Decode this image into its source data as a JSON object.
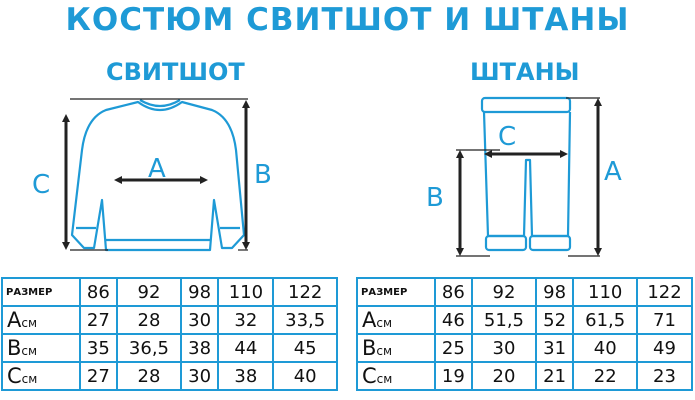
{
  "title": "КОСТЮМ СВИТШОТ И ШТАНЫ",
  "sweatshirt": {
    "heading": "СВИТШОТ",
    "dim_labels": {
      "a": "A",
      "b": "B",
      "c": "C"
    },
    "table": {
      "header_label": "РАЗМЕР",
      "sizes": [
        "86",
        "92",
        "98",
        "110",
        "122"
      ],
      "rows": [
        {
          "letter": "A",
          "unit": "см",
          "values": [
            "27",
            "28",
            "30",
            "32",
            "33,5"
          ]
        },
        {
          "letter": "B",
          "unit": "см",
          "values": [
            "35",
            "36,5",
            "38",
            "44",
            "45"
          ]
        },
        {
          "letter": "C",
          "unit": "см",
          "values": [
            "27",
            "28",
            "30",
            "38",
            "40"
          ]
        }
      ]
    }
  },
  "pants": {
    "heading": "ШТАНЫ",
    "dim_labels": {
      "a": "A",
      "b": "B",
      "c": "C"
    },
    "table": {
      "header_label": "РАЗМЕР",
      "sizes": [
        "86",
        "92",
        "98",
        "110",
        "122"
      ],
      "rows": [
        {
          "letter": "A",
          "unit": "см",
          "values": [
            "46",
            "51,5",
            "52",
            "61,5",
            "71"
          ]
        },
        {
          "letter": "B",
          "unit": "см",
          "values": [
            "25",
            "30",
            "31",
            "40",
            "49"
          ]
        },
        {
          "letter": "C",
          "unit": "см",
          "values": [
            "19",
            "20",
            "21",
            "22",
            "23"
          ]
        }
      ]
    }
  },
  "colors": {
    "accent": "#1e9ad6",
    "text": "#111111"
  }
}
